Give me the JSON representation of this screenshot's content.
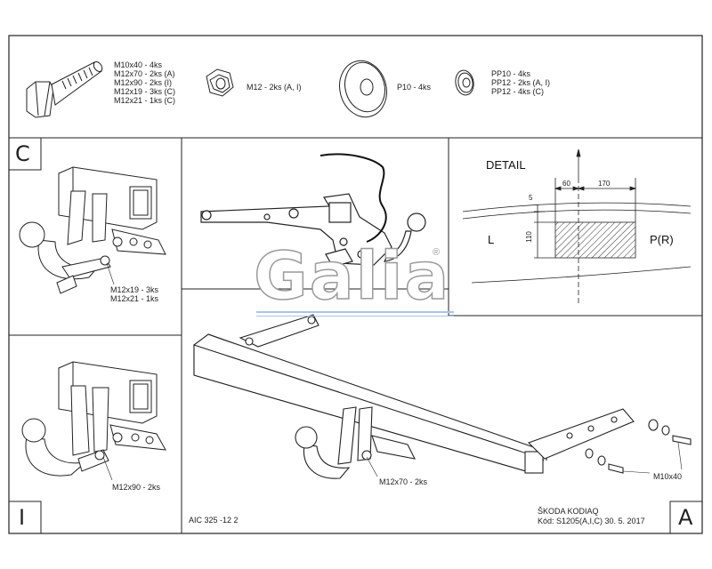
{
  "hardware": {
    "bolts": [
      "M10x40 - 4ks",
      "M12x70 - 2ks (A)",
      "M12x90 - 2ks (I)",
      "M12x19 - 3ks (C)",
      "M12x21 - 1ks (C)"
    ],
    "nut": "M12 - 2ks (A, I)",
    "washer_p": "P10 - 4ks",
    "washers_pp": [
      "PP10 - 4ks",
      "PP12 - 2ks (A, I)",
      "PP12 - 4ks (C)"
    ]
  },
  "panels": {
    "c": {
      "letter": "C",
      "bolts": [
        "M12x19 - 3ks",
        "M12x21 - 1ks"
      ]
    },
    "i": {
      "letter": "I",
      "bolts": [
        "M12x90 - 2ks"
      ]
    },
    "a": {
      "letter": "A",
      "label_main": "M12x70 - 2ks",
      "label_side": "M10x40"
    }
  },
  "detail": {
    "title": "DETAIL",
    "dim_left": "60",
    "dim_right": "170",
    "dim_top": "5",
    "dim_height": "110",
    "left_label": "L",
    "right_label": "P(R)"
  },
  "footer": {
    "code": "AIC 325 -12 2",
    "vehicle": "ŠKODA KODIAQ",
    "kod": "Kód: S1205(A,I,C)  30. 5. 2017"
  },
  "watermark": {
    "text": "Galia",
    "mark": "®"
  }
}
